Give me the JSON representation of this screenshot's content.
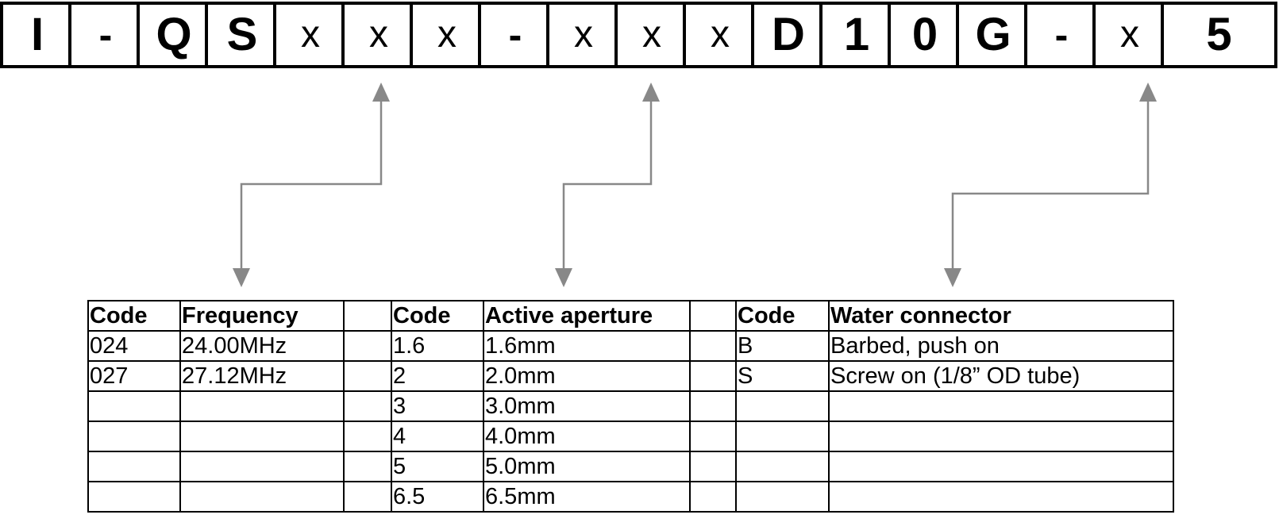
{
  "part_number": {
    "characters": [
      "I",
      "-",
      "Q",
      "S",
      "x",
      "x",
      "x",
      "-",
      "x",
      "x",
      "x",
      "D",
      "1",
      "0",
      "G",
      "-",
      "x",
      "5"
    ],
    "variable_character": "x",
    "separator_character": "-"
  },
  "tables": {
    "frequency": {
      "headers": [
        "Code",
        "Frequency"
      ],
      "rows": [
        [
          "024",
          "24.00MHz"
        ],
        [
          "027",
          "27.12MHz"
        ],
        [
          "",
          ""
        ],
        [
          "",
          ""
        ],
        [
          "",
          ""
        ],
        [
          "",
          ""
        ]
      ]
    },
    "aperture": {
      "headers": [
        "Code",
        "Active aperture"
      ],
      "rows": [
        [
          "1.6",
          "1.6mm"
        ],
        [
          "2",
          "2.0mm"
        ],
        [
          "3",
          "3.0mm"
        ],
        [
          "4",
          "4.0mm"
        ],
        [
          "5",
          "5.0mm"
        ],
        [
          "6.5",
          "6.5mm"
        ]
      ]
    },
    "water_connector": {
      "headers": [
        "Code",
        "Water connector"
      ],
      "rows": [
        [
          "B",
          "Barbed, push on"
        ],
        [
          "S",
          "Screw on (1/8” OD tube)"
        ],
        [
          "",
          ""
        ],
        [
          "",
          ""
        ],
        [
          "",
          ""
        ],
        [
          "",
          ""
        ]
      ]
    }
  },
  "colors": {
    "arrow": "#888888",
    "border": "#000000"
  }
}
